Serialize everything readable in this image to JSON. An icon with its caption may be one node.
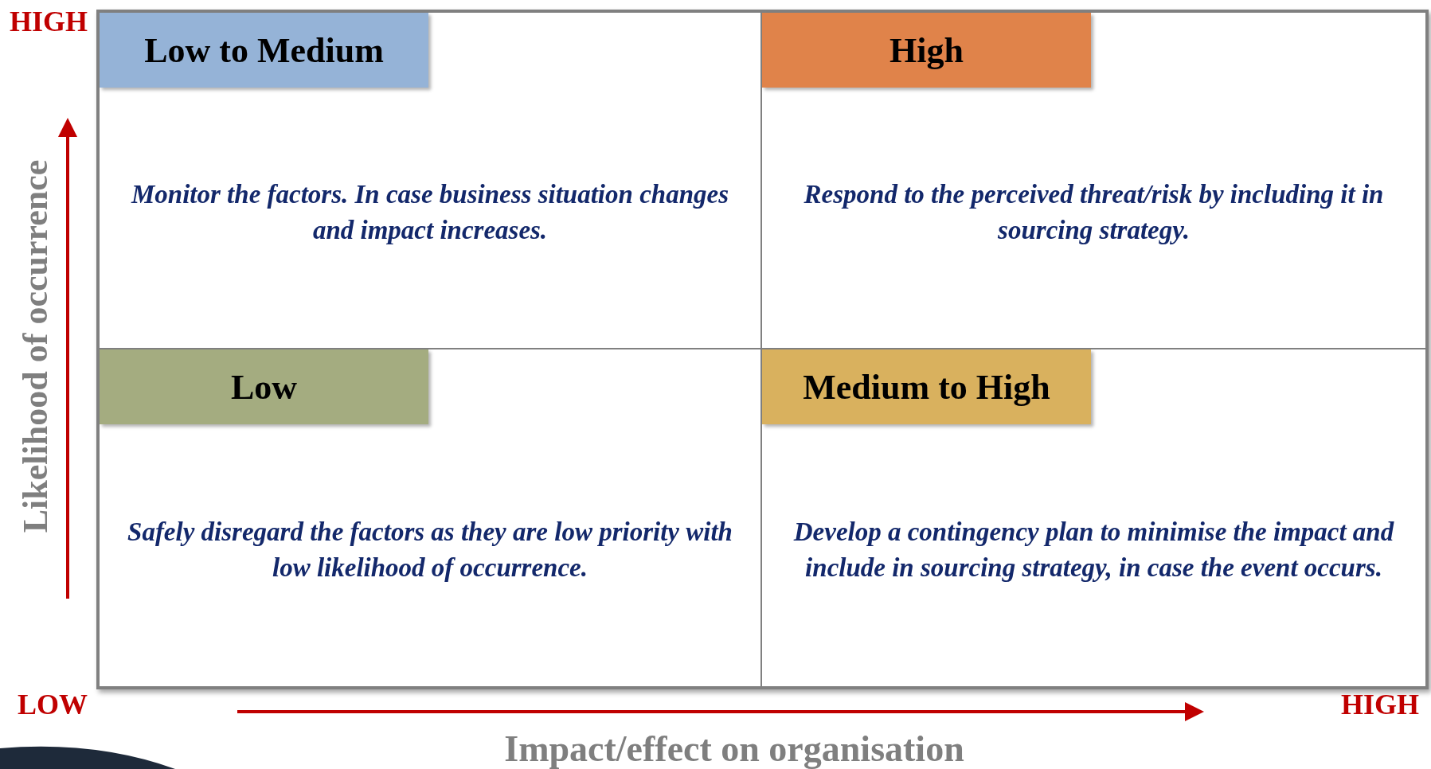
{
  "diagram": {
    "nodes": [
      {
        "text": [
          "Low to Medium",
          "Monitor the factors. In case business situation changes and impact increases."
        ]
      },
      {
        "text": [
          "High",
          "Respond to the perceived threat/risk by including it in sourcing strategy."
        ]
      },
      {
        "text": [
          "Low",
          "Safely disregard the factors as they are low priority with low likelihood of occurrence."
        ]
      },
      {
        "text": [
          "Medium to High",
          "Develop a contingency plan to minimise the impact and include in sourcing strategy,  in case the event occurs."
        ]
      }
    ],
    "edges": [],
    "labels": [
      "HIGH",
      "Likelihood of occurrence",
      "LOW",
      "HIGH",
      "Impact/effect on organisation"
    ]
  }
}
